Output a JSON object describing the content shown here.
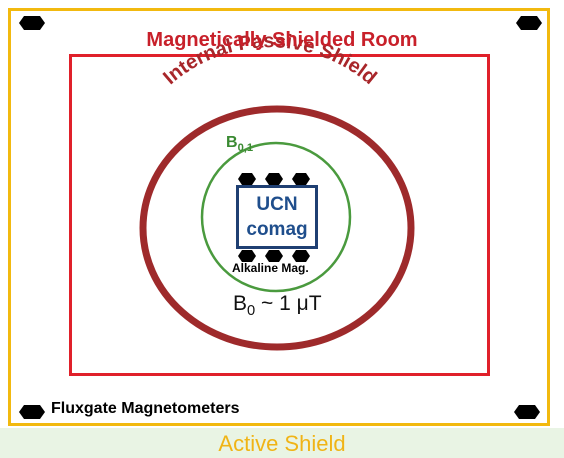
{
  "labels": {
    "magnetically_shielded_room": "Magnetically Shielded Room",
    "internal_passive_shield": "Internal Passive Shield",
    "b01_base": "B",
    "b01_sub": "0,1",
    "ucn_line1": "UCN",
    "ucn_line2": "comag",
    "alkaline_mag": "Alkaline Mag.",
    "b0_base": "B",
    "b0_sub": "0",
    "b0_value": " ~ 1 μT",
    "fluxgate": "Fluxgate Magnetometers",
    "active_shield": "Active Shield"
  },
  "colors": {
    "active_shield": "#f2b90f",
    "room": "#e0202a",
    "passive_shield": "#9e2a2b",
    "b01_circle": "#4a9a3e",
    "ucn_box": "#1f3f72",
    "sensor": "#000000"
  }
}
